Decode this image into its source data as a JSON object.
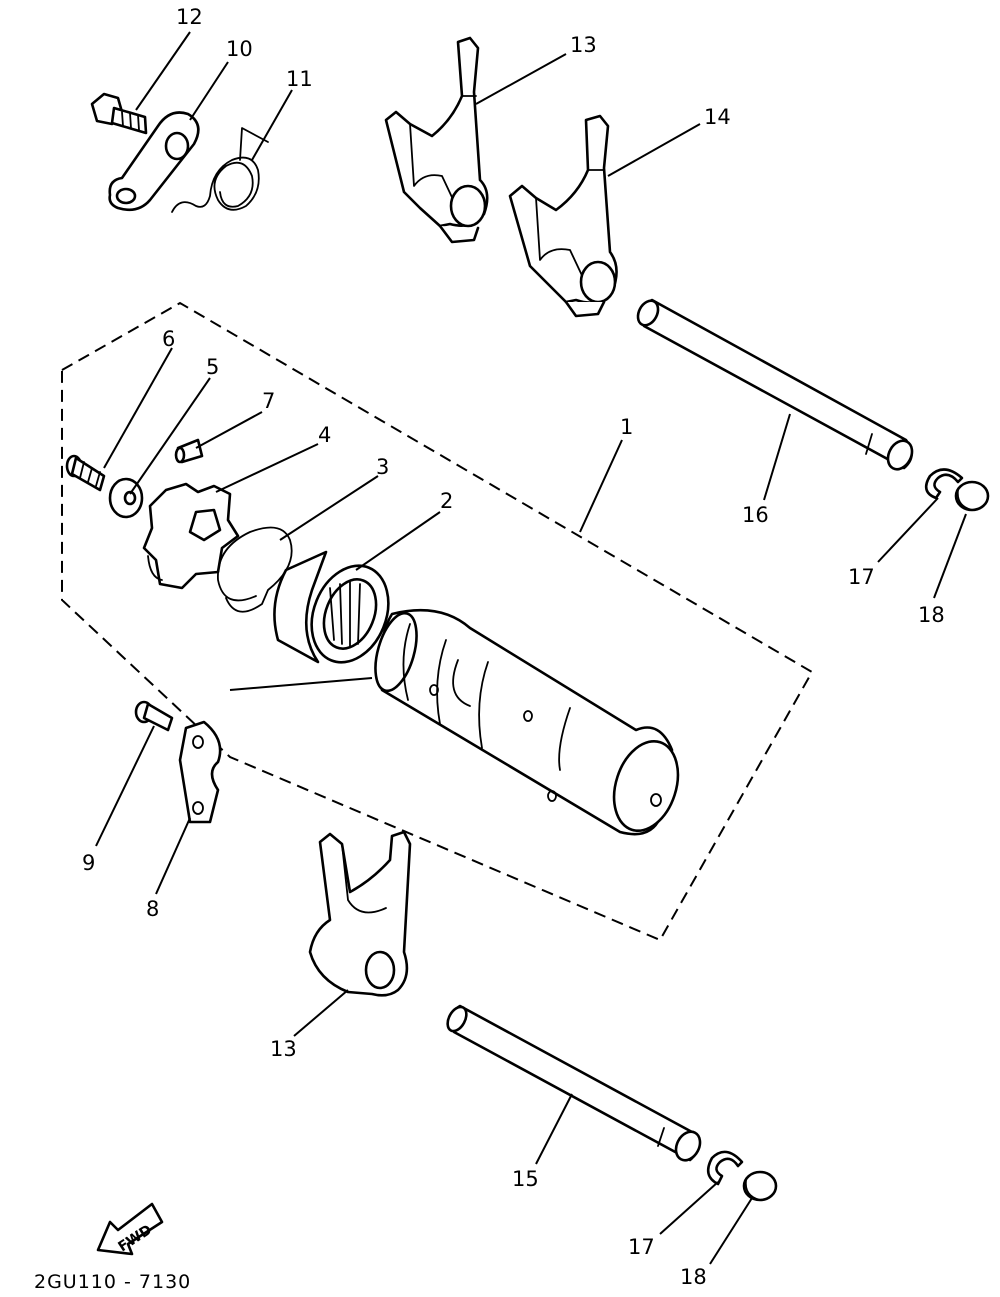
{
  "diagram": {
    "callouts": [
      {
        "id": "c1",
        "text": "1"
      },
      {
        "id": "c2",
        "text": "2"
      },
      {
        "id": "c3",
        "text": "3"
      },
      {
        "id": "c4",
        "text": "4"
      },
      {
        "id": "c5",
        "text": "5"
      },
      {
        "id": "c6",
        "text": "6"
      },
      {
        "id": "c7",
        "text": "7"
      },
      {
        "id": "c8",
        "text": "8"
      },
      {
        "id": "c9",
        "text": "9"
      },
      {
        "id": "c10",
        "text": "10"
      },
      {
        "id": "c11",
        "text": "11"
      },
      {
        "id": "c12",
        "text": "12"
      },
      {
        "id": "c13a",
        "text": "13"
      },
      {
        "id": "c13b",
        "text": "13"
      },
      {
        "id": "c14",
        "text": "14"
      },
      {
        "id": "c15",
        "text": "15"
      },
      {
        "id": "c16",
        "text": "16"
      },
      {
        "id": "c17a",
        "text": "17"
      },
      {
        "id": "c17b",
        "text": "17"
      },
      {
        "id": "c18a",
        "text": "18"
      },
      {
        "id": "c18b",
        "text": "18"
      }
    ],
    "fwd_label": "FWD",
    "drawing_code": "2GU110 - 7130"
  }
}
